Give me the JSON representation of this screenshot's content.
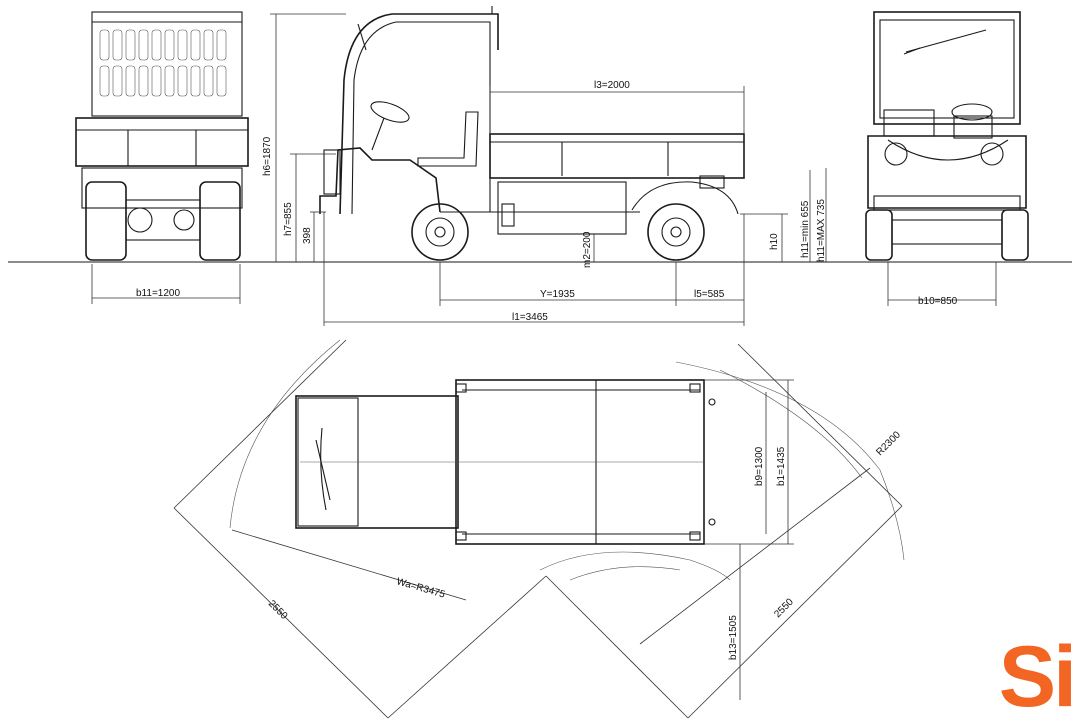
{
  "dimensions": {
    "b11": "b11=1200",
    "h6": "h6=1870",
    "h7": "h7=855",
    "d398": "398",
    "l3": "l3=2000",
    "m2": "m2=200",
    "h10": "h10",
    "h11a": "h11=min 655",
    "h11b": "h11=MAX 735",
    "y": "Y=1935",
    "l5": "l5=585",
    "l1": "l1=3465",
    "b10": "b10=850",
    "r2300": "R2300",
    "b9": "b9=1300",
    "b1": "b1=1435",
    "wa": "Wa=R3475",
    "d2550a": "2550",
    "d2550b": "2550",
    "b13": "b13=1505"
  },
  "logo": {
    "text": "Si",
    "color": "#f26522"
  }
}
